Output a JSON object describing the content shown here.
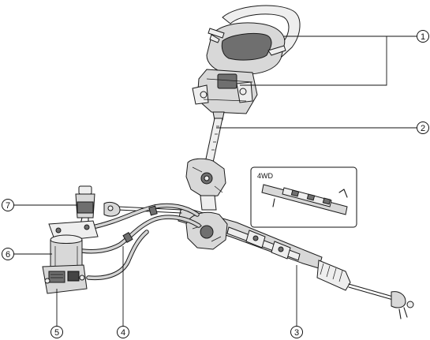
{
  "callouts": [
    {
      "number": "1",
      "part": "steering-wheel-and-column"
    },
    {
      "number": "2",
      "part": "intermediate-shaft"
    },
    {
      "number": "3",
      "part": "steering-gear-and-linkage"
    },
    {
      "number": "4",
      "part": "pressure-and-return-pipes"
    },
    {
      "number": "5",
      "part": "electro-hydraulic-power-steering-pump"
    },
    {
      "number": "6",
      "part": "pump-bracket"
    },
    {
      "number": "7",
      "part": "reservoir"
    }
  ],
  "inset": {
    "label": "4WD"
  }
}
